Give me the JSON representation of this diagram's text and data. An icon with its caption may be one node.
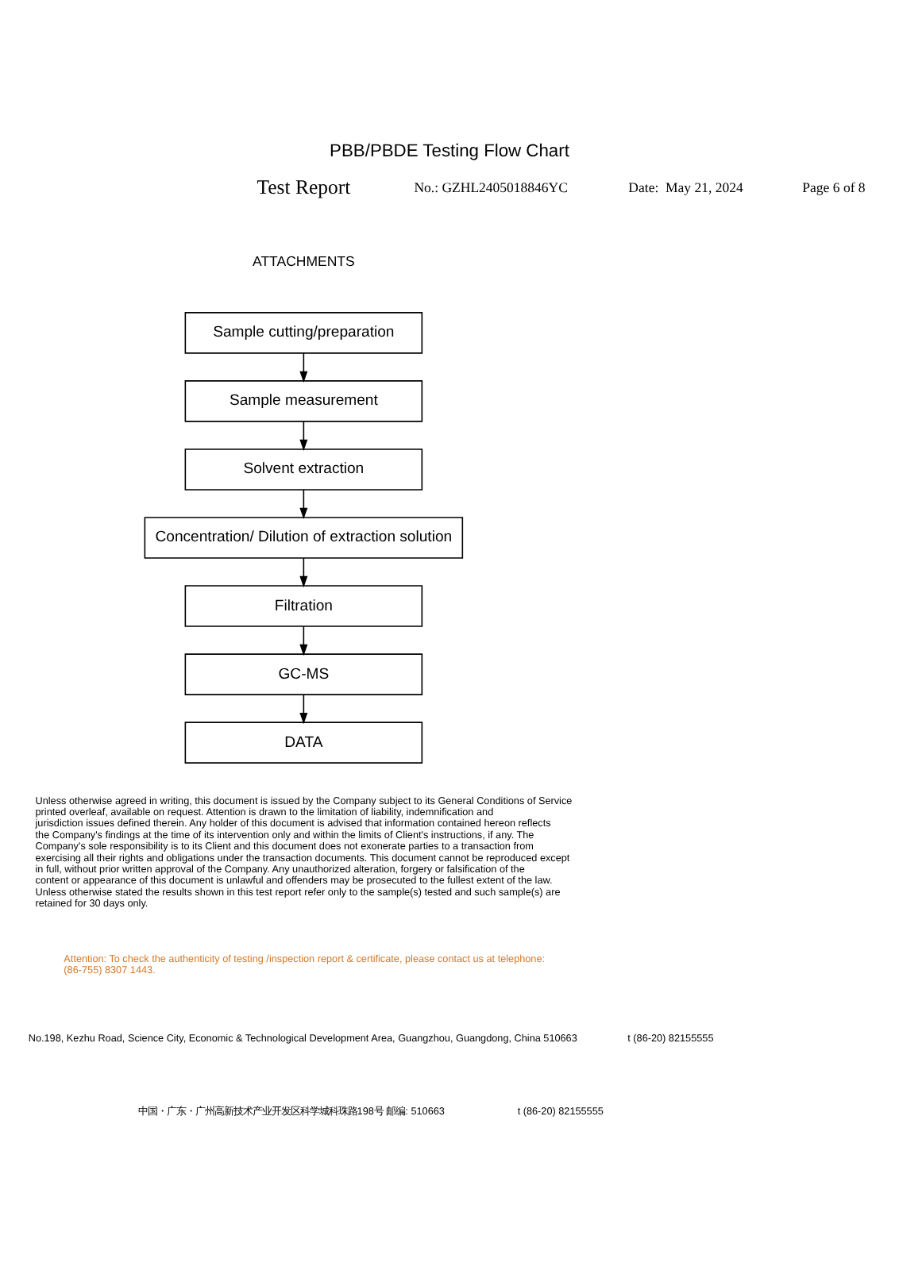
{
  "diagram": {
    "title": "PBB/PBDE Testing Flow Chart",
    "nodes": [
      {
        "text": [
          "Sample cutting/preparation"
        ]
      },
      {
        "text": [
          "Sample measurement"
        ]
      },
      {
        "text": [
          "Solvent extraction"
        ]
      },
      {
        "text": [
          "Concentration/ Dilution of extraction solution"
        ]
      },
      {
        "text": [
          "Filtration"
        ]
      },
      {
        "text": [
          "GC-MS"
        ]
      },
      {
        "text": [
          "DATA"
        ]
      }
    ],
    "edges": [
      {
        "from": 0,
        "to": 1,
        "arrow": "to"
      },
      {
        "from": 1,
        "to": 2,
        "arrow": "to"
      },
      {
        "from": 2,
        "to": 3,
        "arrow": "to"
      },
      {
        "from": 3,
        "to": 4,
        "arrow": "to"
      },
      {
        "from": 4,
        "to": 5,
        "arrow": "to"
      },
      {
        "from": 5,
        "to": 6,
        "arrow": "to"
      }
    ],
    "labels": [
      "Test Report",
      "No.: GZHL2405018846YC",
      "Date:  May 21, 2024",
      "Page 6 of 8",
      "ATTACHMENTS",
      "Unless otherwise agreed in writing, this document is issued by the Company subject to its General Conditions of Service printed overleaf, available on request. Attention is drawn to the limitation of liability, indemnification and jurisdiction issues defined therein. Any holder of this document is advised that information contained hereon reflects the Company's findings at the time of its intervention only and within the limits of Client's instructions, if any. The Company's sole responsibility is to its Client and this document does not exonerate parties to a transaction from exercising all their rights and obligations under the transaction documents. This document cannot be reproduced except in full, without prior written approval of the Company. Any unauthorized alteration, forgery or falsification of the content or appearance of this document is unlawful and offenders may be prosecuted to the fullest extent of the law. Unless otherwise stated the results shown in this test report refer only to the sample(s) tested and such sample(s) are retained for 30 days only.",
      "Attention: To check the authenticity of testing /inspection report & certificate, please contact us at telephone: (86-755) 8307 1443.",
      "No.198, Kezhu Road, Science City, Economic & Technological Development Area, Guangzhou, Guangdong, China 510663",
      "t (86-20) 82155555",
      "中国・广东・广州高新技术产业开发区科学城科珠路198号 邮编: 510663",
      "t (86-20) 82155555"
    ]
  }
}
